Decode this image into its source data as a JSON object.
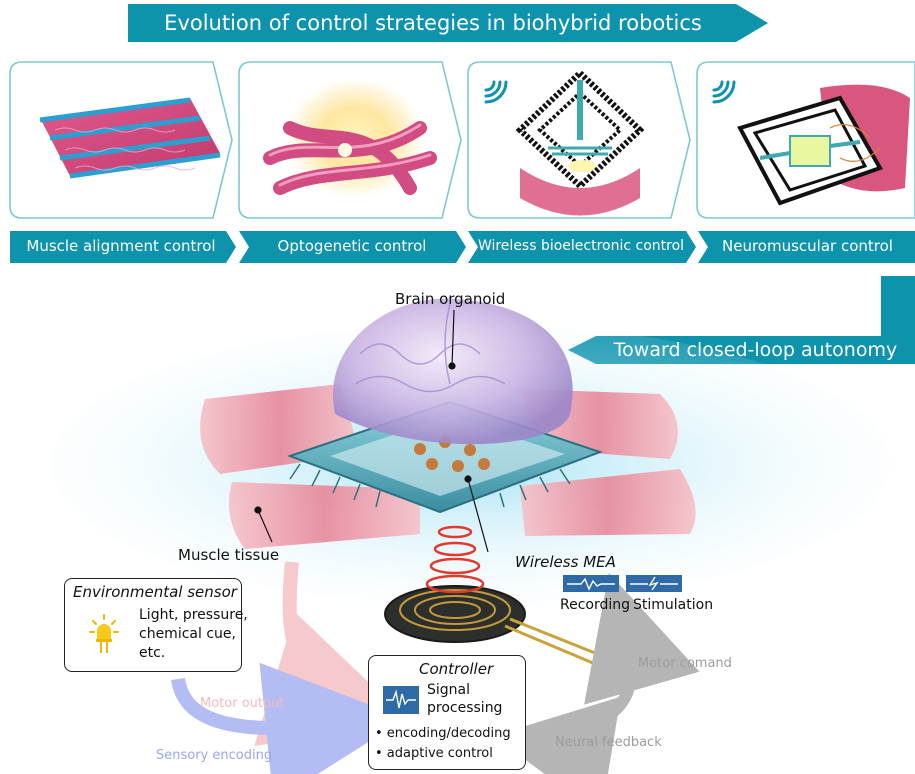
{
  "header": {
    "title": "Evolution of control strategies in biohybrid robotics",
    "color": "#0e93ad"
  },
  "stages": [
    {
      "label": "Muscle alignment control"
    },
    {
      "label": "Optogenetic control"
    },
    {
      "label": "Wireless bioelectronic control"
    },
    {
      "label": "Neuromuscular control"
    }
  ],
  "direction": {
    "label": "Toward closed-loop autonomy",
    "color": "#0e93ad"
  },
  "diagram": {
    "brain_label": "Brain organoid",
    "muscle_label": "Muscle tissue",
    "mea_label": "Wireless MEA",
    "recording_label": "Recording",
    "stimulation_label": "Stimulation",
    "sensor": {
      "title": "Environmental sensor",
      "lines": [
        "Light, pressure,",
        "chemical cue,",
        "etc."
      ],
      "icon": "light-bulb-icon"
    },
    "controller": {
      "title": "Controller",
      "signal_label_line1": "Signal",
      "signal_label_line2": "processing",
      "bullets": [
        "• encoding/decoding",
        "• adaptive control"
      ]
    },
    "flows": {
      "motor_output": "Motor output",
      "sensory_encoding": "Sensory encoding",
      "motor_command": "Motor comand",
      "neural_feedback": "Neural feedback"
    },
    "colors": {
      "muscle": "#d94f83",
      "accent": "#0e93ad",
      "chip": "#4fb6c9",
      "coil": "#e03a2e"
    }
  }
}
